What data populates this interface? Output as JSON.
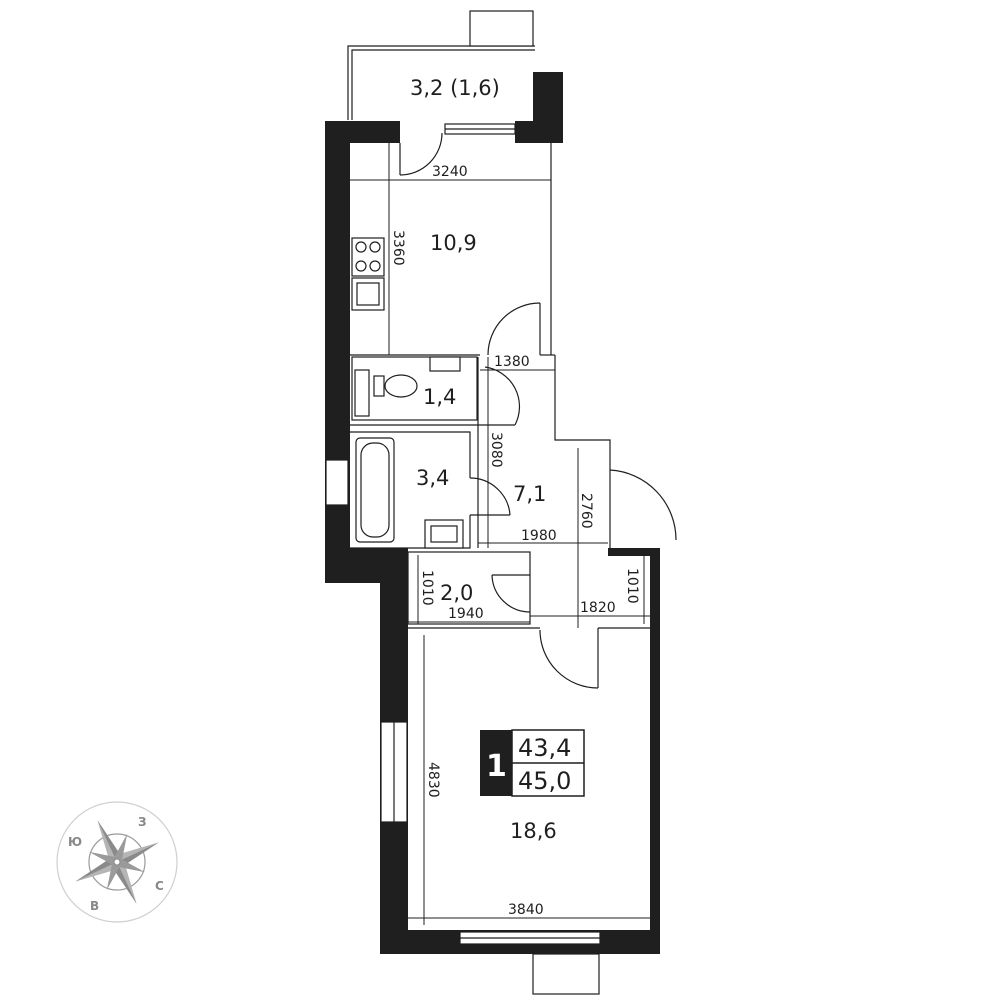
{
  "rooms": {
    "balcony": "3,2 (1,6)",
    "kitchen": "10,9",
    "toilet": "1,4",
    "bathroom": "3,4",
    "hall": "7,1",
    "storage": "2,0",
    "living": "18,6"
  },
  "dimensions": {
    "kitchen_width": "3240",
    "kitchen_length": "3360",
    "corridor_width": "1380",
    "corridor_length": "3080",
    "hall_length": "2760",
    "hall_width": "1980",
    "storage_depth": "1010",
    "storage_width": "1940",
    "niche_width": "1820",
    "niche_depth": "1010",
    "living_length": "4830",
    "living_width": "3840"
  },
  "badge": {
    "rooms_count": "1",
    "living_area": "43,4",
    "total_area": "45,0"
  },
  "compass": {
    "west": "З",
    "south": "Ю",
    "north": "С",
    "east": "В"
  },
  "colors": {
    "wall": "#1f1f1f",
    "compass": "#888888"
  }
}
